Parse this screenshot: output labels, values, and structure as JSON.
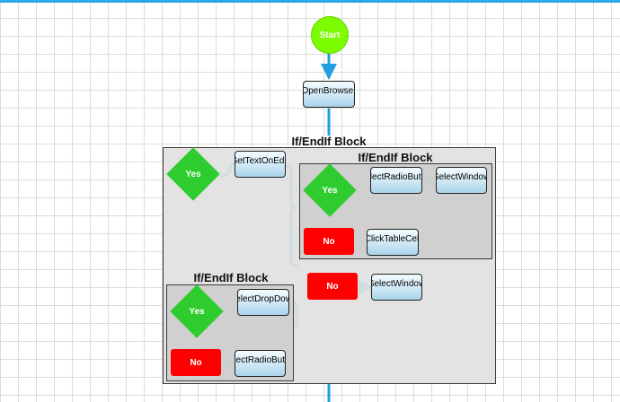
{
  "start": {
    "label": "Start"
  },
  "open_browser": {
    "label": "OpenBrowser"
  },
  "outer_block": {
    "title": "If/EndIf Block",
    "yes_label": "Yes",
    "no_label": "No",
    "yes_action": "SetTextOnEdit",
    "no_action": "SelectWindow"
  },
  "inner_block_top": {
    "title": "If/EndIf Block",
    "yes_label": "Yes",
    "no_label": "No",
    "yes_action_1": "SelectRadioButton",
    "yes_action_2": "SelectWindow",
    "no_action": "ClickTableCell"
  },
  "inner_block_bottom": {
    "title": "If/EndIf Block",
    "yes_label": "Yes",
    "no_label": "No",
    "yes_action": "SelectDropDown",
    "no_action": "SelectRadioButton"
  },
  "colors": {
    "accent": "#2aa7e6",
    "yes": "#2ecc2e",
    "no": "#ff0000",
    "start": "#7cfc00"
  }
}
